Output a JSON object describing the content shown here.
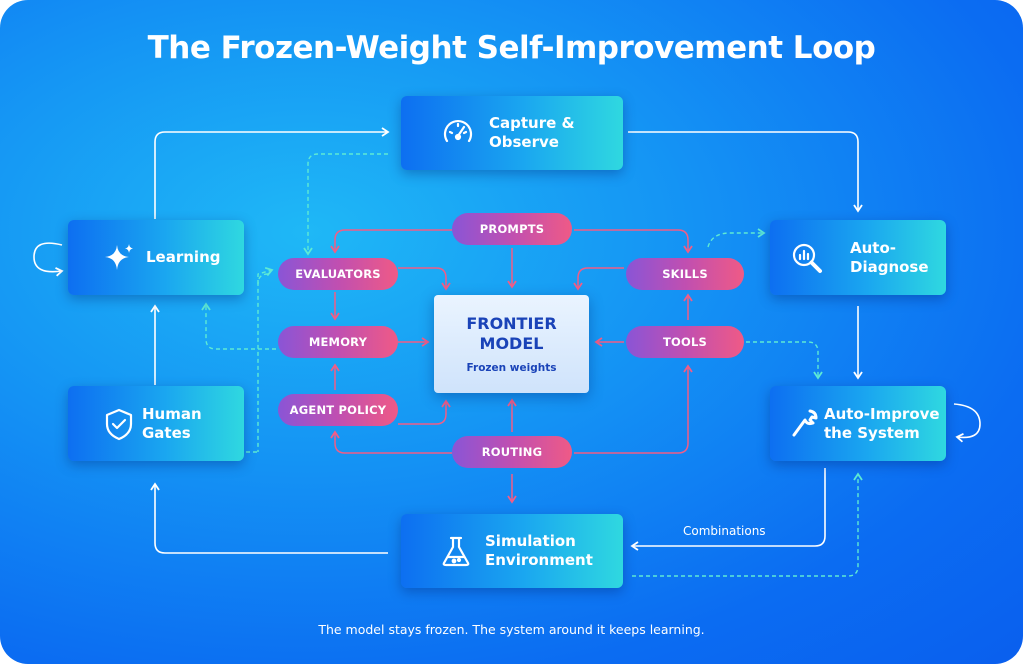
{
  "title": "The Frozen-Weight Self-Improvement Loop",
  "footer": "The model stays frozen. The system around it keeps learning.",
  "center": {
    "title_line1": "FRONTIER",
    "title_line2": "MODEL",
    "subtitle": "Frozen weights"
  },
  "boxes": {
    "capture": {
      "line1": "Capture &",
      "line2": "Observe",
      "icon": "gauge-icon"
    },
    "learning": {
      "line1": "Learning",
      "icon": "sparkle-icon"
    },
    "diagnose": {
      "line1": "Auto-",
      "line2": "Diagnose",
      "icon": "chart-magnifier-icon"
    },
    "gates": {
      "line1": "Human",
      "line2": "Gates",
      "icon": "shield-check-icon"
    },
    "improve": {
      "line1": "Auto-Improve",
      "line2": "the System",
      "icon": "wrench-icon"
    },
    "simulation": {
      "line1": "Simulation",
      "line2": "Environment",
      "icon": "flask-icon"
    }
  },
  "pills": {
    "prompts": "PROMPTS",
    "evaluators": "EVALUATORS",
    "skills": "SKILLS",
    "memory": "MEMORY",
    "tools": "TOOLS",
    "agent_policy": "AGENT POLICY",
    "routing": "ROUTING"
  },
  "edge_labels": {
    "combinations": "Combinations"
  },
  "colors": {
    "background": "#1596f4",
    "box_gradient_start": "#0d6ff1",
    "box_gradient_end": "#2fd8e0",
    "pill_gradient_start": "#8a55d6",
    "pill_gradient_end": "#ef5a86",
    "pink_arrow": "#f25d86",
    "dashed_teal": "#5eead4",
    "center_text": "#1a43b8"
  }
}
